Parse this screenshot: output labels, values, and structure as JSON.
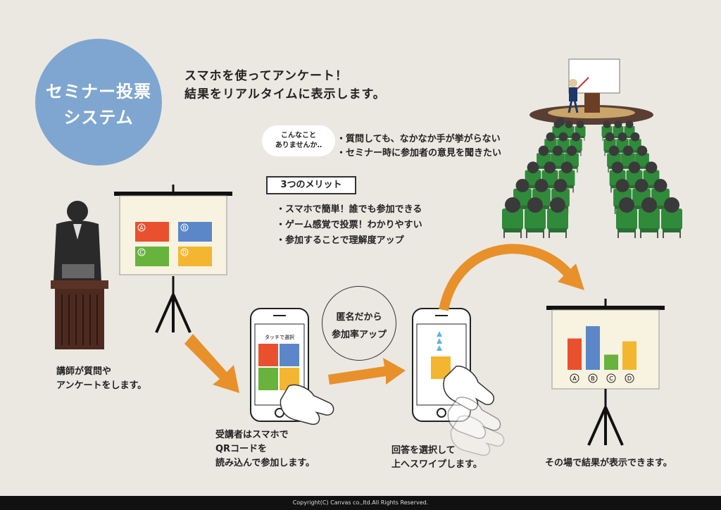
{
  "title": {
    "line1": "セミナー投票",
    "line2": "システム"
  },
  "headline": {
    "line1": "スマホを使ってアンケート！",
    "line2": "結果をリアルタイムに表示します。"
  },
  "bubble": {
    "line1": "こんなこと",
    "line2": "ありませんか‥"
  },
  "problems": [
    "・質問しても、なかなか手が挙がらない",
    "・セミナー時に参加者の意見を聞きたい"
  ],
  "merits_heading": "3つのメリット",
  "merits": [
    "・スマホで簡単！誰でも参加できる",
    "・ゲーム感覚で投票！わかりやすい",
    "・参加することで理解度アップ"
  ],
  "board_options": [
    "A",
    "B",
    "C",
    "D"
  ],
  "phone1_label": "タッチで選択",
  "anon": {
    "line1": "匿名だから",
    "line2": "参加率アップ"
  },
  "steps": {
    "step1": {
      "line1": "講師が質問や",
      "line2": "アンケートをします。"
    },
    "step2": {
      "line1": "受講者はスマホで",
      "line2": "QRコードを",
      "line3": "読み込んで参加します。"
    },
    "step3": {
      "line1": "回答を選択して",
      "line2": "上へスワイプします。"
    },
    "step4": {
      "line1": "その場で結果が表示できます。"
    }
  },
  "results_chart": {
    "categories": [
      "A",
      "B",
      "C",
      "D"
    ],
    "values": [
      3.3,
      4.6,
      1.6,
      3.0
    ]
  },
  "colors": {
    "A": "#e8502e",
    "B": "#5b87c9",
    "C": "#67b33c",
    "D": "#f4b630",
    "arrow": "#e8902a",
    "background": "#ebe8e2",
    "title_circle": "#7fa6d0"
  },
  "footer": "Copyright(C)  Canvas co.,ltd.All Rights Reserved."
}
